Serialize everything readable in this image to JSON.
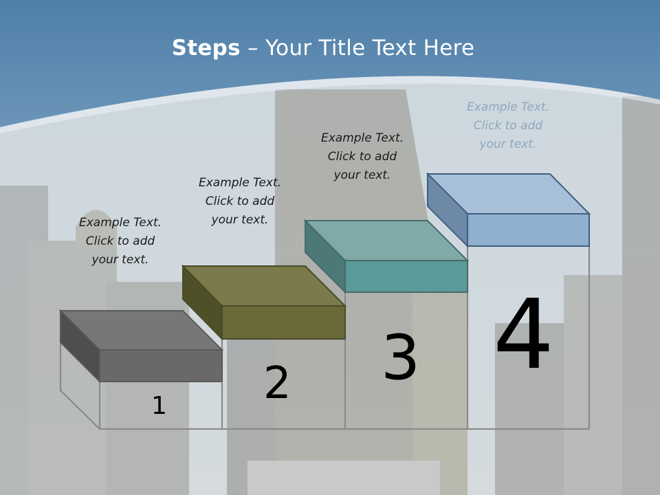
{
  "title": {
    "bold": "Steps",
    "rest": " – Your Title Text Here"
  },
  "steps": [
    {
      "number": "1",
      "text": "Example Text.\nClick  to add\nyour text.",
      "color": "#696969"
    },
    {
      "number": "2",
      "text": "Example Text.\nClick  to add\nyour text.",
      "color": "#6a6a38"
    },
    {
      "number": "3",
      "text": "Example Text.\nClick  to add\nyour text.",
      "color": "#5a9a98"
    },
    {
      "number": "4",
      "text": "Example Text.\nClick  to add\nyour text.",
      "color": "#8fb0cf"
    }
  ],
  "colors": {
    "header": "#5b88ae",
    "accent": "#7fa6c9"
  }
}
